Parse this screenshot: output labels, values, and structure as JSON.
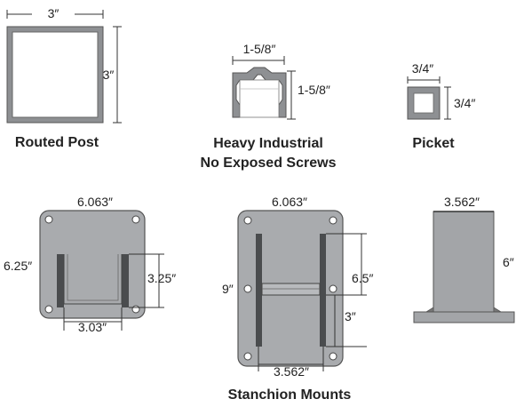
{
  "routed_post": {
    "caption": "Routed Post",
    "width_label": "3″",
    "height_label": "3″"
  },
  "heavy_industrial": {
    "caption_line1": "Heavy Industrial",
    "caption_line2": "No Exposed Screws",
    "width_label": "1-5/8″",
    "height_label": "1-5/8″"
  },
  "picket": {
    "caption": "Picket",
    "width_label": "3/4″",
    "height_label": "3/4″"
  },
  "mount_a": {
    "width_label": "6.063″",
    "height_label": "6.25″",
    "channel_height_label": "3.25″",
    "channel_width_label": "3.03″"
  },
  "mount_b": {
    "width_label": "6.063″",
    "height_label": "9″",
    "channel_height_label": "6.5″",
    "lower_height_label": "3″",
    "bottom_width_label": "3.562″"
  },
  "mount_c": {
    "width_label": "3.562″",
    "height_label": "6″"
  },
  "stanchion_caption": "Stanchion Mounts",
  "colors": {
    "plate": "#a9abae",
    "post_frame": "#8e9093",
    "outline": "#555555"
  }
}
